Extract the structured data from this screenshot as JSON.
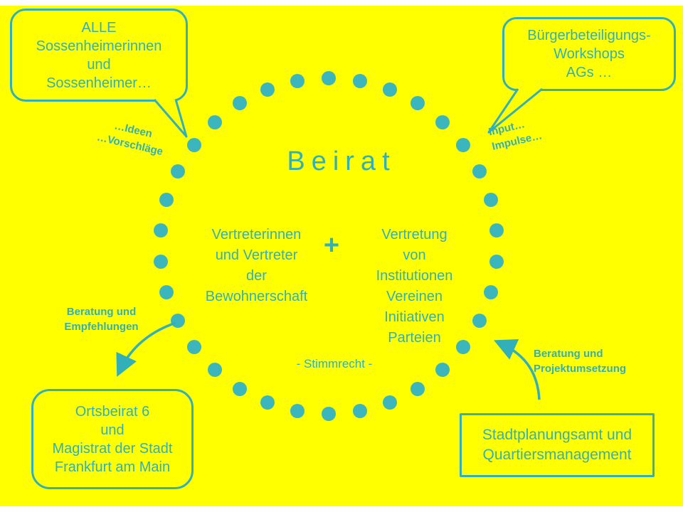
{
  "colors": {
    "background": "#ffff00",
    "teal": "#31b0b9"
  },
  "diagram": {
    "title": "Beirat",
    "members_left": "Vertreterinnen\nund Vertreter\nder\nBewohnerschaft",
    "plus_sign": "+",
    "members_right": "Vertretung\nvon\nInstitutionen\nVereinen\nInitiativen\nParteien",
    "voting_note": "- Stimmrecht -"
  },
  "callouts": {
    "residents": "ALLE\nSossenheimerinnen\nund\nSossenheimer…",
    "workshops": "Bürgerbeteiligungs-\nWorkshops\nAGs …",
    "city_council": "Ortsbeirat 6\nund\nMagistrat der Stadt\nFrankfurt am Main",
    "planning_office": "Stadtplanungsamt und\nQuartiersmanagement"
  },
  "flow_labels": {
    "ideas": "…Ideen\n…Vorschläge",
    "input": "Input…\nImpulse…",
    "advice_left": "Beratung und\nEmpfehlungen",
    "advice_right": "Beratung und\nProjektumsetzung"
  }
}
